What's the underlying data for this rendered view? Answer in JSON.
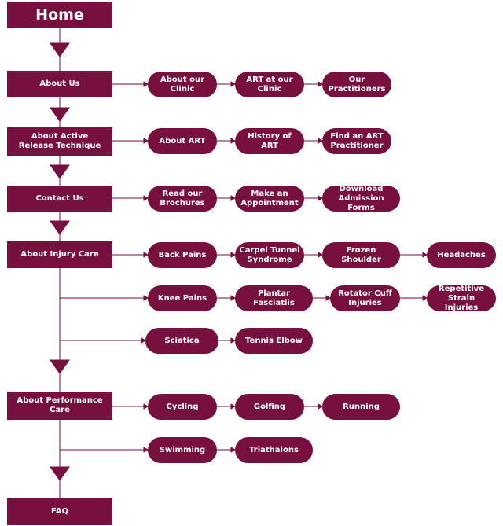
{
  "diagram": {
    "home": "Home",
    "sections": {
      "about_us": {
        "label": "About Us",
        "children": [
          "About our\nClinic",
          "ART at our\nClinic",
          "Our\nPractitioners"
        ]
      },
      "about_art": {
        "label": "About Active\nRelease Technique",
        "children": [
          "About ART",
          "History of\nART",
          "Find an ART\nPractitioner"
        ]
      },
      "contact": {
        "label": "Contact Us",
        "children": [
          "Read our\nBrochures",
          "Make an\nAppointment",
          "Download\nAdmission Forms"
        ]
      },
      "injury": {
        "label": "About Injury Care",
        "row1": [
          "Back Pains",
          "Carpel Tunnel\nSyndrome",
          "Frozen Shoulder",
          "Headaches"
        ],
        "row2": [
          "Knee Pains",
          "Plantar\nFasciatiis",
          "Rotator Cuff\nInjuries",
          "Repetitive\nStrain Injuries"
        ],
        "row3": [
          "Sciatica",
          "Tennis Elbow"
        ]
      },
      "performance": {
        "label": "About Performance\nCare",
        "row1": [
          "Cycling",
          "Golfing",
          "Running"
        ],
        "row2": [
          "Swimming",
          "Triathalons"
        ]
      },
      "faq": {
        "label": "FAQ"
      }
    },
    "colors": {
      "fill": "#770f3f",
      "line": "#770f3f",
      "text": "#ffffff"
    }
  }
}
